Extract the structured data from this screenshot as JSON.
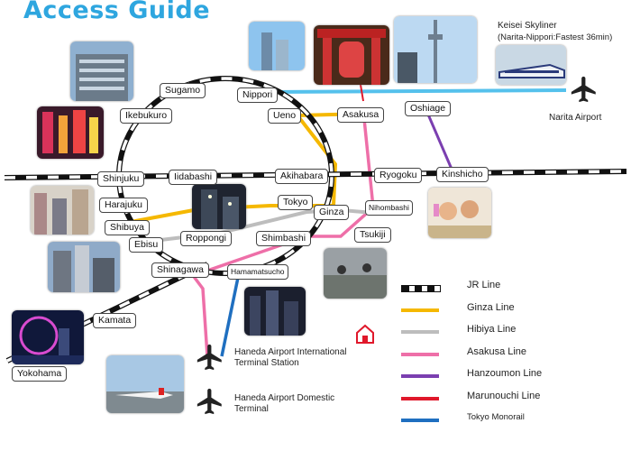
{
  "title": "Access Guide",
  "stations": {
    "sugamo": "Sugamo",
    "nippori": "Nippori",
    "ikebukuro": "Ikebukuro",
    "ueno": "Ueno",
    "asakusa": "Asakusa",
    "oshiage": "Oshiage",
    "shinjuku": "Shinjuku",
    "iidabashi": "Iidabashi",
    "akihabara": "Akihabara",
    "ryogoku": "Ryogoku",
    "kinshicho": "Kinshicho",
    "harajuku": "Harajuku",
    "tokyo": "Tokyo",
    "ginza": "Ginza",
    "nihombashi": "Nihombashi",
    "shibuya": "Shibuya",
    "ebisu": "Ebisu",
    "roppongi": "Roppongi",
    "shimbashi": "Shimbashi",
    "tsukiji": "Tsukiji",
    "shinagawa": "Shinagawa",
    "hamamatsucho": "Hamamatsucho",
    "kamata": "Kamata",
    "yokohama": "Yokohama"
  },
  "airports": {
    "narita": "Narita Airport",
    "haneda_intl": "Haneda Airport International Terminal Station",
    "haneda_dom": "Haneda Airport Domestic Terminal"
  },
  "skyliner": {
    "line1": "Keisei Skyliner",
    "line2": "(Narita-Nippori:Fastest 36min)"
  },
  "legend": [
    {
      "label": "JR Line",
      "color": "#111111",
      "style": "jr"
    },
    {
      "label": "Ginza Line",
      "color": "#f5b800"
    },
    {
      "label": "Hibiya Line",
      "color": "#bdbdbd"
    },
    {
      "label": "Asakusa Line",
      "color": "#ee6fa8"
    },
    {
      "label": "Hanzoumon Line",
      "color": "#7b3fb0"
    },
    {
      "label": "Marunouchi Line",
      "color": "#e0182b"
    },
    {
      "label": "Tokyo Monorail",
      "color": "#1f6fc0"
    }
  ],
  "colors": {
    "title": "#2ea6df",
    "jr": "#111111",
    "ginza": "#f5b800",
    "hibiya": "#bdbdbd",
    "asakusa": "#ee6fa8",
    "hanzomon": "#7b3fb0",
    "marunouchi": "#e0182b",
    "monorail": "#1f6fc0",
    "skyliner": "#55c1ec"
  },
  "icons": [
    "airplane-icon",
    "hotel-icon"
  ]
}
